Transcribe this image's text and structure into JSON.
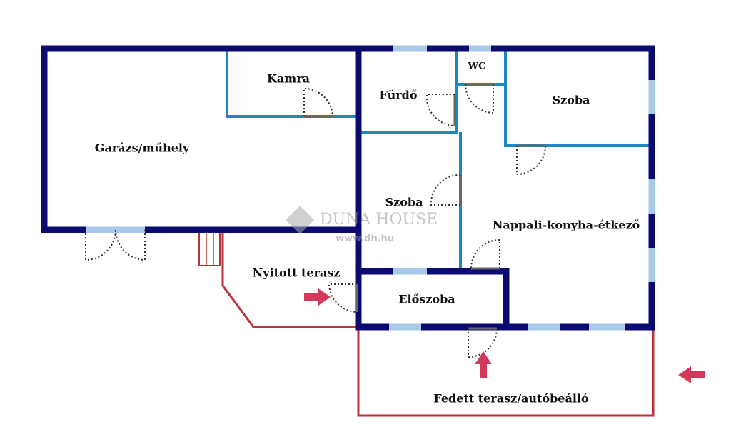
{
  "rooms": {
    "garage": "Garázs/műhely",
    "pantry": "Kamra",
    "bathroom": "Fürdő",
    "wc": "WC",
    "room_ne": "Szoba",
    "room_mid": "Szoba",
    "living": "Nappali-konyha-étkező",
    "open_terrace": "Nyitott terasz",
    "hall": "Előszoba",
    "covered_terrace": "Fedett terasz/autóbeálló"
  },
  "watermark": {
    "brand": "DUNA HOUSE",
    "url": "www.dh.hu"
  },
  "colors": {
    "outer_wall": "#0b0b6f",
    "inner_wall": "#1f86c4",
    "terrace": "#b8333b",
    "arrow": "#d23a5c"
  }
}
